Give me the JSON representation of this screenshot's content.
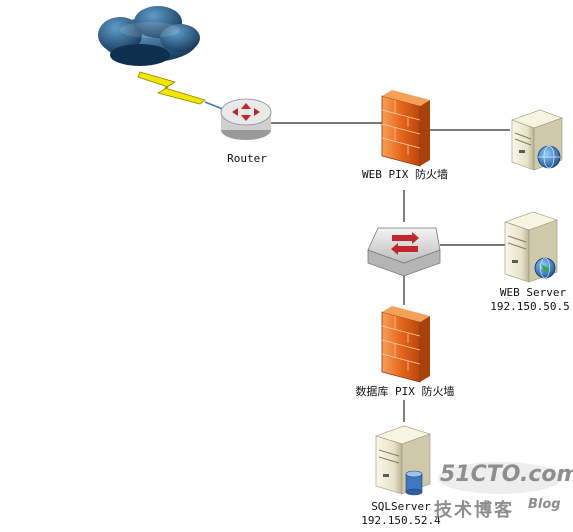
{
  "nodes": {
    "router": {
      "label": "Router"
    },
    "web_firewall": {
      "label": "WEB PIX 防火墙"
    },
    "web_server": {
      "label": "WEB Server",
      "ip": "192.150.50.5"
    },
    "db_firewall": {
      "label": "数据库 PIX 防火墙"
    },
    "sql_server": {
      "label": "SQLServer",
      "ip": "192.150.52.4"
    }
  },
  "watermark": {
    "brand": "51CTO.com",
    "subtitle": "技术博客",
    "tag": "Blog"
  },
  "colors": {
    "line": "#2b2b2b",
    "cloud": "#1f4f7a",
    "lightning": "#f2e600",
    "firewall": "#e8661c",
    "router": "#d9d9d9",
    "router_arrows": "#c0262c",
    "server": "#e6e1c8",
    "globe": "#2a6fb8"
  },
  "icons": [
    "cloud-icon",
    "lightning-icon",
    "router-icon",
    "firewall-icon",
    "switch-icon",
    "server-icon",
    "globe-icon",
    "database-icon"
  ]
}
